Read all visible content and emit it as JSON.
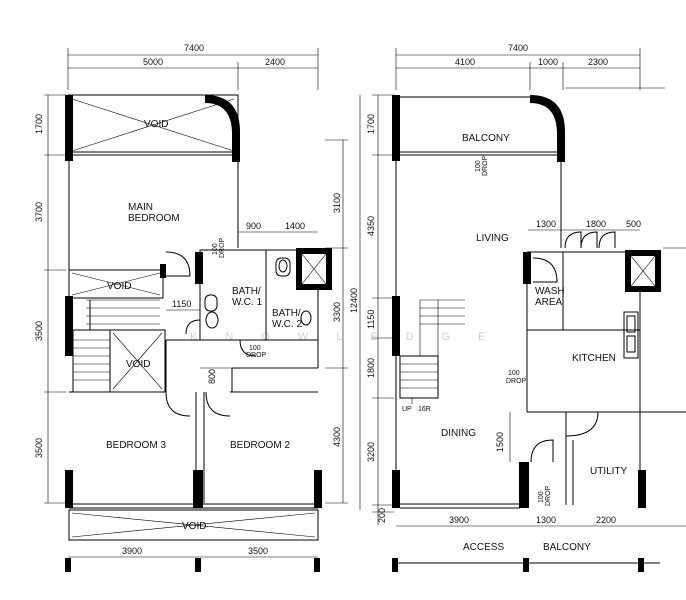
{
  "upper_floor": {
    "dims_top": {
      "total": "7400",
      "left": "5000",
      "right": "2400"
    },
    "dims_left": [
      "1700",
      "3700",
      "3500",
      "3500"
    ],
    "dims_right": [
      "3100",
      "3300",
      "4300"
    ],
    "dims_bottom": [
      "3900",
      "3500"
    ],
    "inner_dims": {
      "bath_w1": "900",
      "bath_w2": "1400",
      "corridor": "1150",
      "door": "800"
    },
    "rooms": {
      "void_top": "VOID",
      "main_bedroom_1": "MAIN",
      "main_bedroom_2": "BEDROOM",
      "void_mid": "VOID",
      "void_stair": "VOID",
      "bath1_1": "BATH/",
      "bath1_2": "W.C. 1",
      "bath2_1": "BATH/",
      "bath2_2": "W.C. 2",
      "bedroom3": "BEDROOM  3",
      "bedroom2": "BEDROOM 2",
      "void_bottom": "VOID"
    },
    "drops": {
      "drop_a_1": "100",
      "drop_a_2": "DROP",
      "drop_b_1": "100",
      "drop_b_2": "DROP"
    }
  },
  "lower_floor": {
    "dims_top": {
      "total": "7400",
      "a": "4100",
      "b": "1000",
      "c": "2300"
    },
    "dims_left": [
      "1700",
      "4350",
      "1150",
      "1800",
      "3200",
      "200"
    ],
    "dims_left_total": "12400",
    "dims_bottom": [
      "3900",
      "1300",
      "2200"
    ],
    "inner_dims": {
      "a": "1300",
      "b": "1800",
      "c": "500",
      "d": "1500"
    },
    "rooms": {
      "balcony_top": "BALCONY",
      "living": "LIVING",
      "wash_1": "WASH",
      "wash_2": "AREA",
      "kitchen": "KITCHEN",
      "dining": "DINING",
      "utility": "UTILITY",
      "up": "UP",
      "risers": "16R"
    },
    "drops": {
      "drop_a_1": "100",
      "drop_a_2": "DROP",
      "drop_b_1": "100",
      "drop_b_2": "DROP",
      "drop_c_1": "100",
      "drop_c_2": "DROP"
    },
    "bottom_labels": {
      "access": "ACCESS",
      "balcony": "BALCONY"
    }
  },
  "watermark": "KNOWLEDGE"
}
